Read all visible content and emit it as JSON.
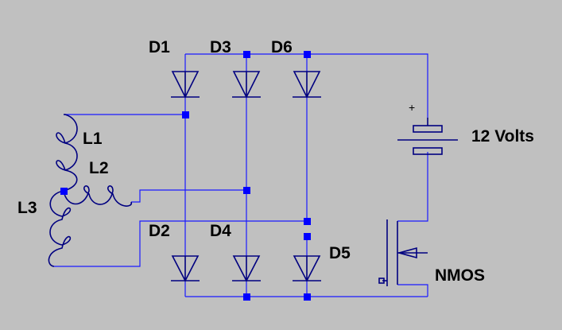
{
  "colors": {
    "background": "#c0c0c0",
    "wire": "#1a1aff",
    "component": "#000080",
    "node": "#0000ff",
    "text": "#000000"
  },
  "labels": {
    "d1": "D1",
    "d2": "D2",
    "d3": "D3",
    "d4": "D4",
    "d5": "D5",
    "d6": "D6",
    "l1": "L1",
    "l2": "L2",
    "l3": "L3",
    "battery": "12 Volts",
    "battery_plus": "+",
    "mosfet": "NMOS"
  }
}
